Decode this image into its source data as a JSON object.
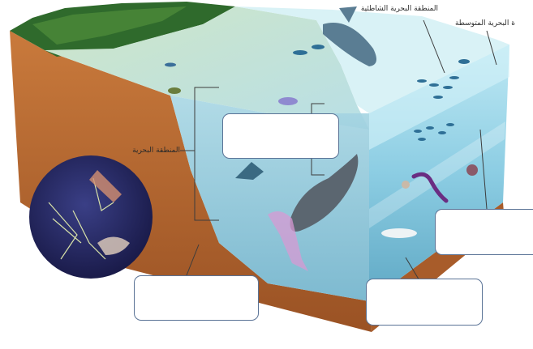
{
  "labels": {
    "top_right_1": "المنطقة البحرية الشاطئية",
    "top_right_2": "ة البحرية المتوسطة",
    "left_zone": "المنطقة البحرية"
  },
  "answer_boxes": [
    {
      "id": "box-1",
      "value": ""
    },
    {
      "id": "box-2",
      "value": ""
    },
    {
      "id": "box-3",
      "value": ""
    },
    {
      "id": "box-4",
      "value": ""
    }
  ],
  "caption": "",
  "colors": {
    "soil": "#b5672f",
    "forest": "#2f6a2c",
    "shallow_water": "#bfe6ee",
    "deep_water": "#7cc0d6",
    "box_border": "#5a7396"
  }
}
